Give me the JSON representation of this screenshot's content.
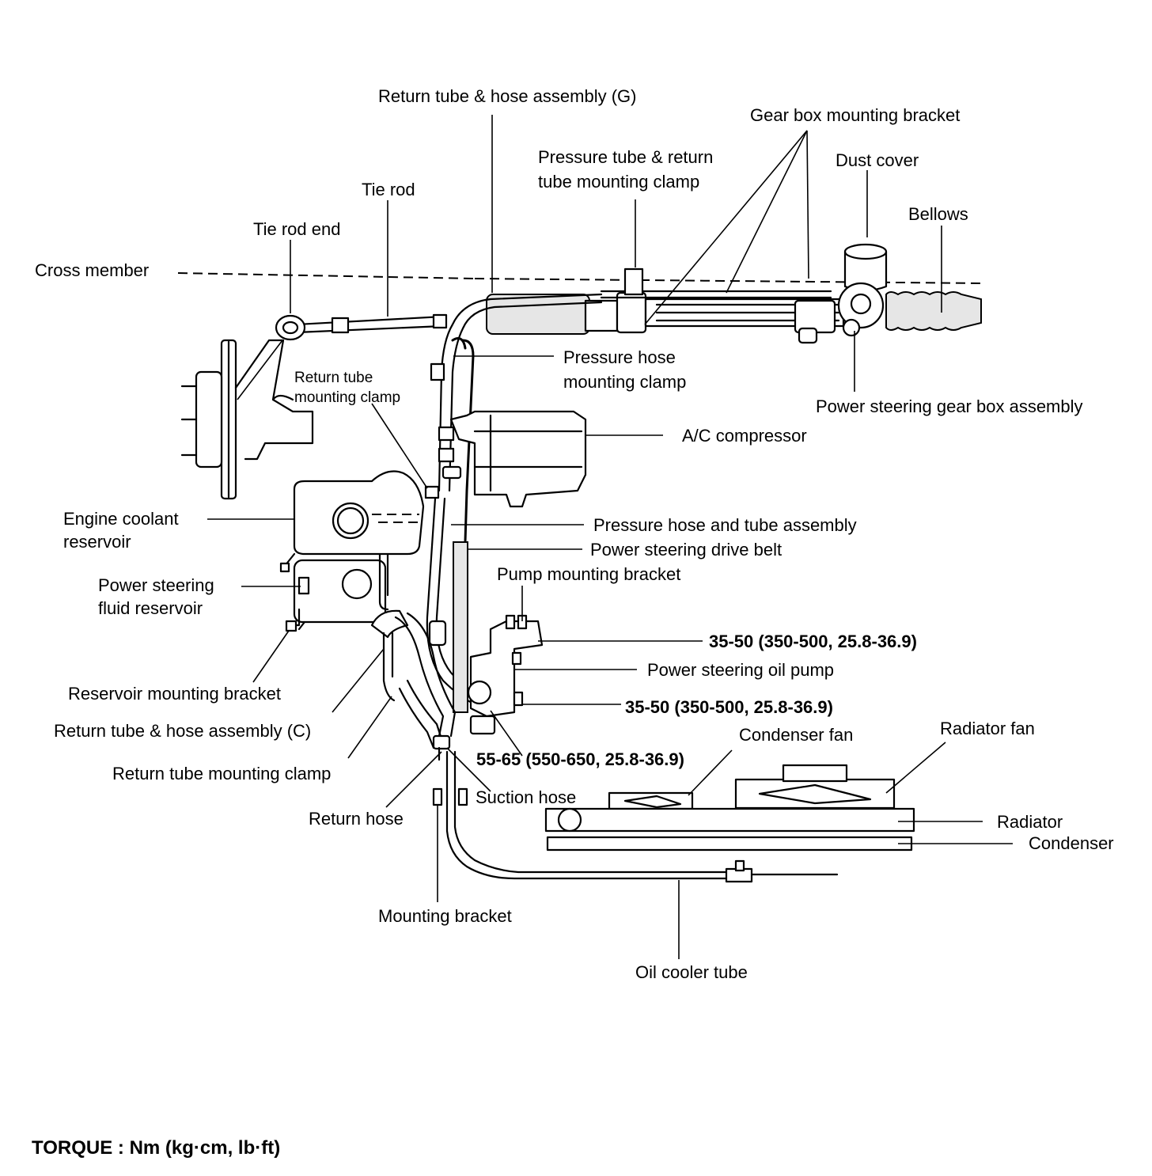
{
  "labels": {
    "return_tube_hose_g": "Return tube & hose assembly (G)",
    "gear_box_bracket": "Gear box mounting bracket",
    "pressure_return_clamp_1": "Pressure tube & return",
    "pressure_return_clamp_2": "tube mounting clamp",
    "dust_cover": "Dust cover",
    "bellows": "Bellows",
    "tie_rod": "Tie rod",
    "tie_rod_end": "Tie rod end",
    "cross_member": "Cross member",
    "pressure_hose_clamp_1": "Pressure hose",
    "pressure_hose_clamp_2": "mounting clamp",
    "return_tube_clamp_top_1": "Return tube",
    "return_tube_clamp_top_2": "mounting clamp",
    "gear_box_assembly": "Power steering gear box assembly",
    "ac_compressor": "A/C compressor",
    "engine_coolant_1": "Engine coolant",
    "engine_coolant_2": "reservoir",
    "pressure_hose_tube": "Pressure hose and tube assembly",
    "drive_belt": "Power steering drive belt",
    "pump_bracket": "Pump mounting bracket",
    "ps_fluid_1": "Power steering",
    "ps_fluid_2": "fluid reservoir",
    "ps_oil_pump": "Power steering oil pump",
    "reservoir_bracket": "Reservoir mounting bracket",
    "return_tube_hose_c": "Return tube & hose assembly (C)",
    "return_tube_clamp_low": "Return tube mounting clamp",
    "condenser_fan": "Condenser fan",
    "radiator_fan": "Radiator fan",
    "suction_hose": "Suction hose",
    "return_hose": "Return hose",
    "radiator": "Radiator",
    "condenser": "Condenser",
    "mounting_bracket": "Mounting bracket",
    "oil_cooler_tube": "Oil cooler tube"
  },
  "torques": {
    "pump_bracket_torque": "35-50 (350-500, 25.8-36.9)",
    "pump_lower_torque": "35-50 (350-500, 25.8-36.9)",
    "pressure_fitting_torque": "55-65 (550-650, 25.8-36.9)"
  },
  "legend": "TORQUE : Nm (kg·cm, lb·ft)"
}
